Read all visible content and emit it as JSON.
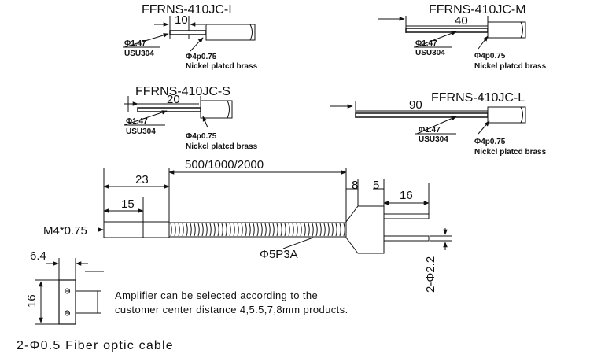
{
  "variants": [
    {
      "model": "FFRNS-410JC-I",
      "length": "10",
      "probe_dia": "Φ1.47",
      "probe_mat": "USU304",
      "sleeve_dia": "Φ4p0.75",
      "sleeve_mat": "Nickel platcd brass"
    },
    {
      "model": "FFRNS-410JC-M",
      "length": "40",
      "probe_dia": "Φ1.47",
      "probe_mat": "USU304",
      "sleeve_dia": "Φ4p0.75",
      "sleeve_mat": "Nickel platcd brass"
    },
    {
      "model": "FFRNS-410JC-S",
      "length": "20",
      "probe_dia": "Φ1.47",
      "probe_mat": "USU304",
      "sleeve_dia": "Φ4p0.75",
      "sleeve_mat": "Nickcl platcd brass"
    },
    {
      "model": "FFRNS-410JC-L",
      "length": "90",
      "probe_dia": "Φ1.47",
      "probe_mat": "USU304",
      "sleeve_dia": "Φ4p0.75",
      "sleeve_mat": "Nickcl platcd brass"
    }
  ],
  "main": {
    "cable_length": "500/1000/2000",
    "head_length": "23",
    "thread_length": "15",
    "thread": "M4*0.75",
    "sheath": "Φ5P3A",
    "plug_dim_1": "8",
    "plug_dim_2": "5",
    "fiber_length": "16",
    "fiber_dia": "2-Φ2.2"
  },
  "end_face": {
    "width": "6.4",
    "height": "16"
  },
  "note_line_1": "Amplifier can be selected according to the",
  "note_line_2": "customer center distance 4,5.5,7,8mm products.",
  "caption": "2-Φ0.5 Fiber optic cable"
}
